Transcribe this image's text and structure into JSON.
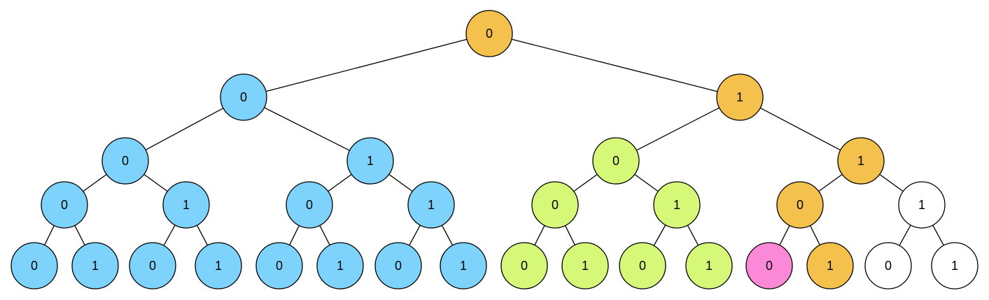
{
  "colors": {
    "blue": "#7dd3fb",
    "green": "#d6f879",
    "orange": "#f4c14c",
    "pink": "#fc88d8",
    "white": "#ffffff"
  },
  "tree": {
    "label": "0",
    "color": "orange",
    "children": [
      {
        "label": "0",
        "color": "blue",
        "children": [
          {
            "label": "0",
            "color": "blue",
            "children": [
              {
                "label": "0",
                "color": "blue",
                "children": [
                  {
                    "label": "0",
                    "color": "blue"
                  },
                  {
                    "label": "1",
                    "color": "blue"
                  }
                ]
              },
              {
                "label": "1",
                "color": "blue",
                "children": [
                  {
                    "label": "0",
                    "color": "blue"
                  },
                  {
                    "label": "1",
                    "color": "blue"
                  }
                ]
              }
            ]
          },
          {
            "label": "1",
            "color": "blue",
            "children": [
              {
                "label": "0",
                "color": "blue",
                "children": [
                  {
                    "label": "0",
                    "color": "blue"
                  },
                  {
                    "label": "1",
                    "color": "blue"
                  }
                ]
              },
              {
                "label": "1",
                "color": "blue",
                "children": [
                  {
                    "label": "0",
                    "color": "blue"
                  },
                  {
                    "label": "1",
                    "color": "blue"
                  }
                ]
              }
            ]
          }
        ]
      },
      {
        "label": "1",
        "color": "orange",
        "children": [
          {
            "label": "0",
            "color": "green",
            "children": [
              {
                "label": "0",
                "color": "green",
                "children": [
                  {
                    "label": "0",
                    "color": "green"
                  },
                  {
                    "label": "1",
                    "color": "green"
                  }
                ]
              },
              {
                "label": "1",
                "color": "green",
                "children": [
                  {
                    "label": "0",
                    "color": "green"
                  },
                  {
                    "label": "1",
                    "color": "green"
                  }
                ]
              }
            ]
          },
          {
            "label": "1",
            "color": "orange",
            "children": [
              {
                "label": "0",
                "color": "orange",
                "children": [
                  {
                    "label": "0",
                    "color": "pink"
                  },
                  {
                    "label": "1",
                    "color": "orange"
                  }
                ]
              },
              {
                "label": "1",
                "color": "white",
                "children": [
                  {
                    "label": "0",
                    "color": "white"
                  },
                  {
                    "label": "1",
                    "color": "white"
                  }
                ]
              }
            ]
          }
        ]
      }
    ]
  }
}
